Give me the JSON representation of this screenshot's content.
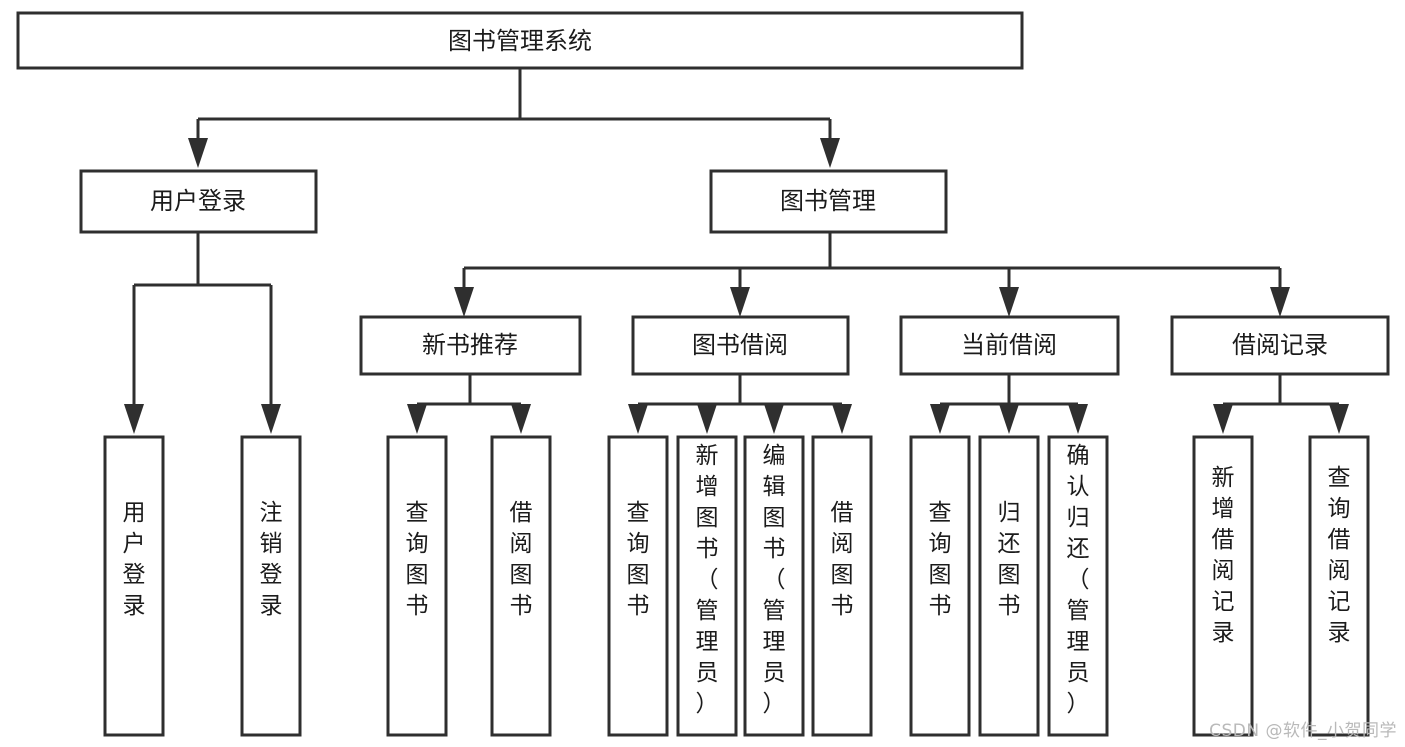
{
  "diagram": {
    "type": "tree-hierarchy",
    "title": "图书管理系统",
    "watermark": "CSDN @软件_小贺同学",
    "colors": {
      "stroke": "#2f2f2f",
      "fill": "#ffffff",
      "text": "#1b1b1b",
      "watermark": "#b9b9b9"
    },
    "root": {
      "label": "图书管理系统"
    },
    "level2": [
      {
        "label": "用户登录"
      },
      {
        "label": "图书管理"
      }
    ],
    "level3": [
      {
        "label": "新书推荐"
      },
      {
        "label": "图书借阅"
      },
      {
        "label": "当前借阅"
      },
      {
        "label": "借阅记录"
      }
    ],
    "leaves": {
      "user_login": [
        {
          "label": "用户登录"
        },
        {
          "label": "注销登录"
        }
      ],
      "new_book": [
        {
          "label": "查询图书"
        },
        {
          "label": "借阅图书"
        }
      ],
      "borrow_book": [
        {
          "label": "查询图书"
        },
        {
          "label": "新增图书（管理员）"
        },
        {
          "label": "编辑图书（管理员）"
        },
        {
          "label": "借阅图书"
        }
      ],
      "current_borrow": [
        {
          "label": "查询图书"
        },
        {
          "label": "归还图书"
        },
        {
          "label": "确认归还（管理员）"
        }
      ],
      "borrow_record": [
        {
          "label": "新增借阅记录"
        },
        {
          "label": "查询借阅记录"
        }
      ]
    }
  }
}
